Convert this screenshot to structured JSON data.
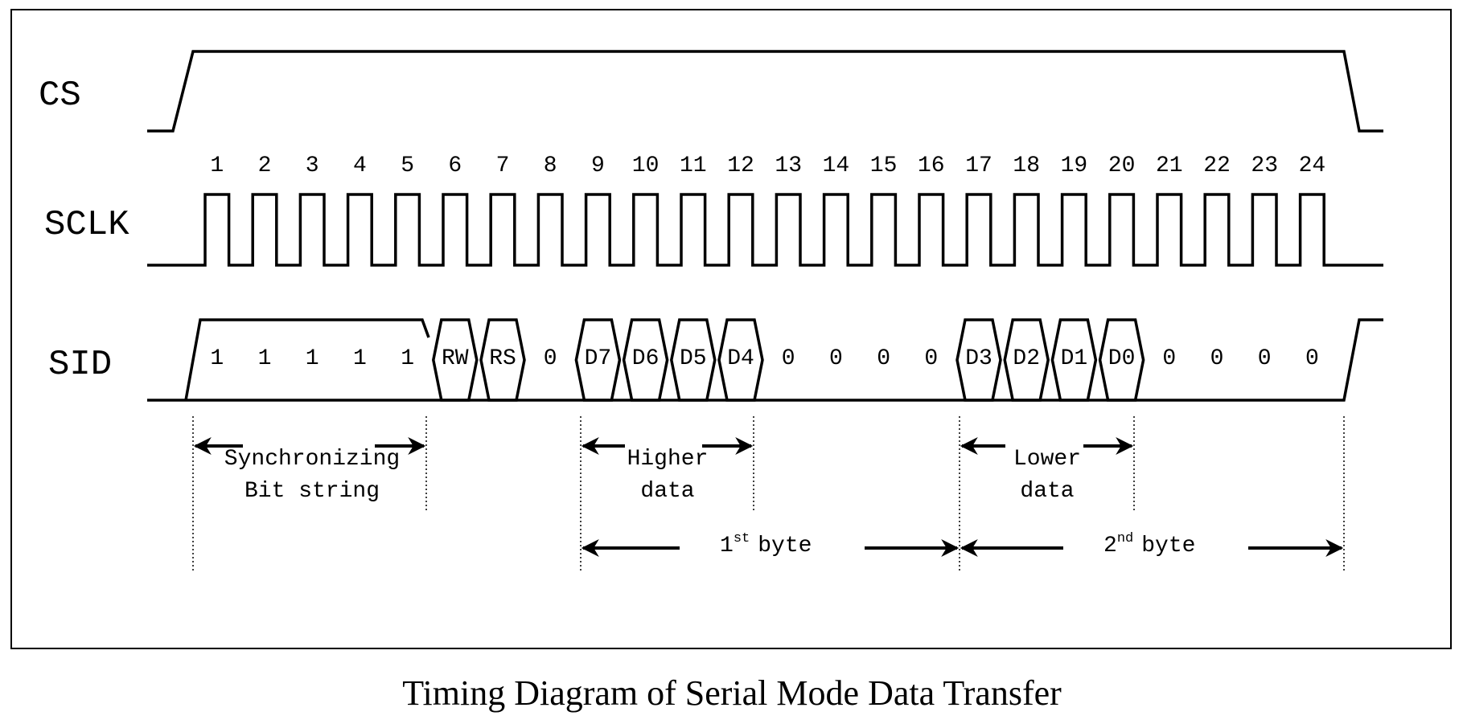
{
  "signals": {
    "cs": "CS",
    "sclk": "SCLK",
    "sid": "SID"
  },
  "clock_numbers": [
    "1",
    "2",
    "3",
    "4",
    "5",
    "6",
    "7",
    "8",
    "9",
    "10",
    "11",
    "12",
    "13",
    "14",
    "15",
    "16",
    "17",
    "18",
    "19",
    "20",
    "21",
    "22",
    "23",
    "24"
  ],
  "sid_bits": [
    "1",
    "1",
    "1",
    "1",
    "1",
    "RW",
    "RS",
    "0",
    "D7",
    "D6",
    "D5",
    "D4",
    "0",
    "0",
    "0",
    "0",
    "D3",
    "D2",
    "D1",
    "D0",
    "0",
    "0",
    "0",
    "0"
  ],
  "annotations": {
    "sync_line1": "Synchronizing",
    "sync_line2": "Bit string",
    "higher_line1": "Higher",
    "higher_line2": "data",
    "lower_line1": "Lower",
    "lower_line2": "data",
    "byte1_num": "1",
    "byte1_sup": "st",
    "byte1_word": "byte",
    "byte2_num": "2",
    "byte2_sup": "nd",
    "byte2_word": "byte"
  },
  "caption": "Timing Diagram of Serial Mode Data Transfer"
}
